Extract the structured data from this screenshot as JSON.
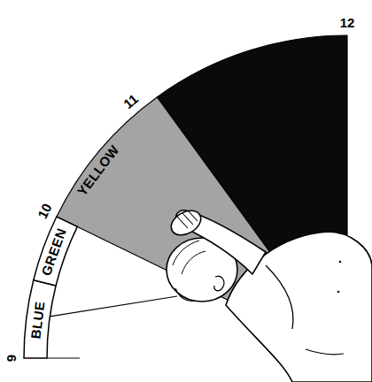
{
  "diagram": {
    "nodes": [
      {
        "text": [
          "BLUE"
        ]
      },
      {
        "text": [
          "GREEN"
        ]
      },
      {
        "text": [
          "YELLOW"
        ]
      }
    ],
    "labels": [
      "9",
      "10",
      "11",
      "12"
    ]
  }
}
